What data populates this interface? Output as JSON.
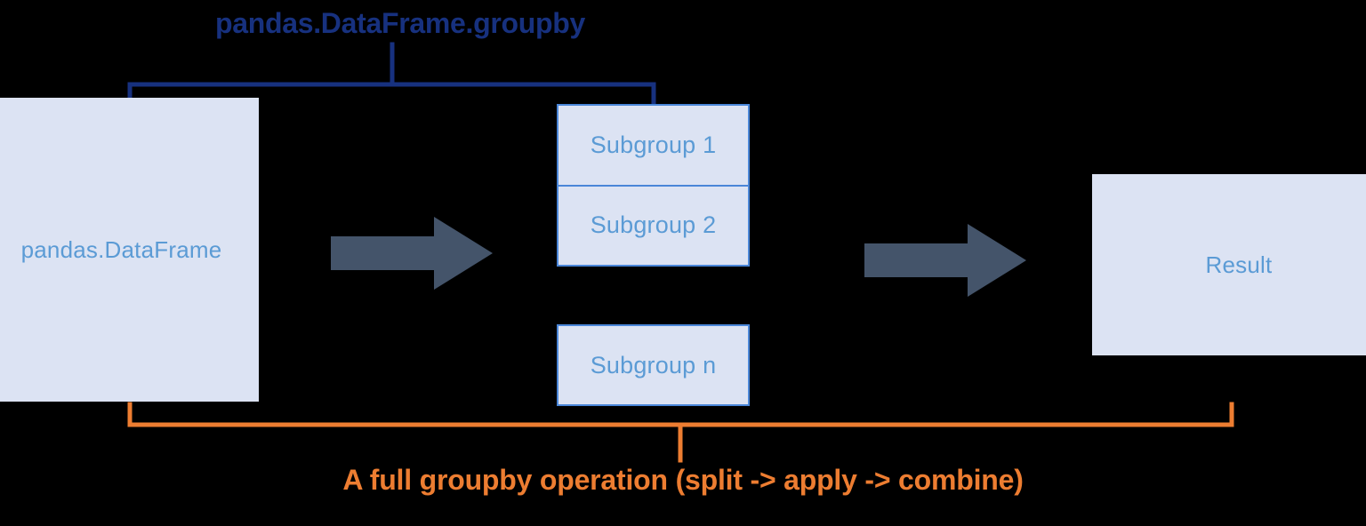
{
  "diagram": {
    "title": "pandas.DataFrame.groupby",
    "caption": "A full groupby operation (split -> apply -> combine)",
    "colors": {
      "background": "#000000",
      "block_fill": "#dce3f3",
      "block_text": "#5b9bd5",
      "block_border": "#4a86d8",
      "title_blue": "#17317f",
      "caption_orange": "#ed7d31",
      "arrow_slate": "#44546a"
    }
  },
  "input": {
    "label": "pandas.DataFrame"
  },
  "subgroups": {
    "stack": [
      {
        "label": "Subgroup 1"
      },
      {
        "label": "Subgroup 2"
      }
    ],
    "last": {
      "label": "Subgroup n"
    }
  },
  "output": {
    "label": "Result"
  },
  "arrows": [
    {
      "name": "split-arrow"
    },
    {
      "name": "combine-arrow"
    }
  ]
}
